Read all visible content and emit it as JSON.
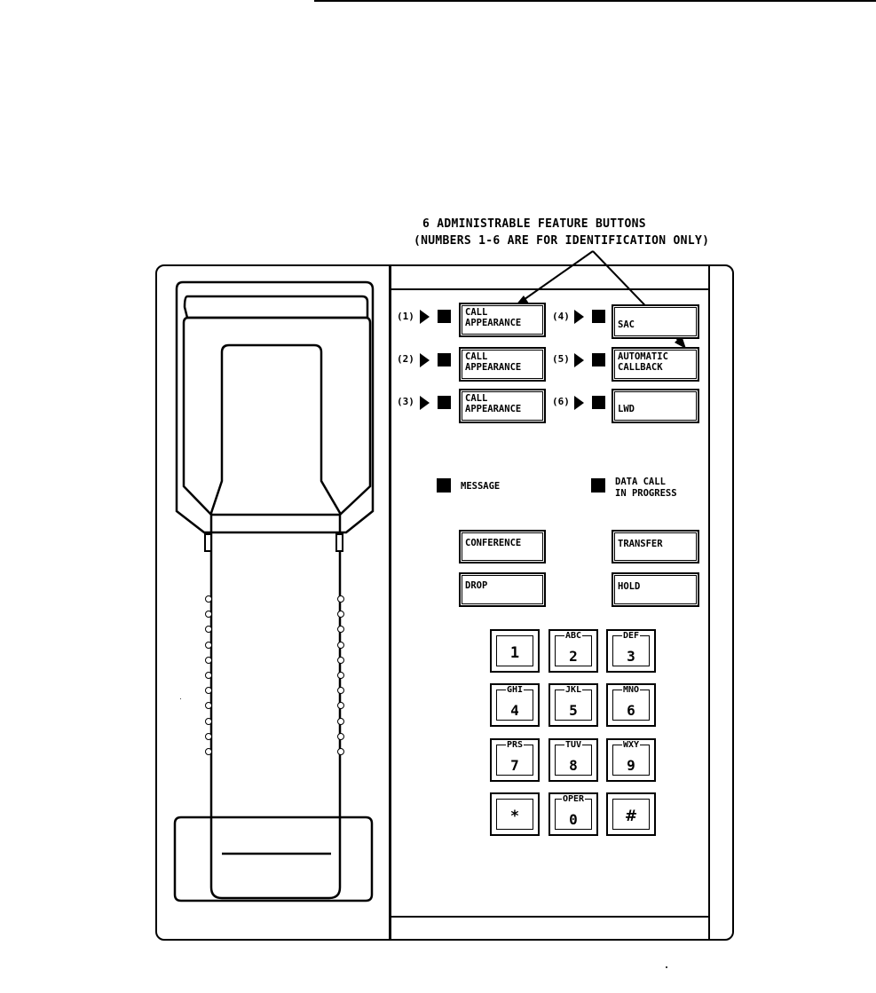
{
  "callout": {
    "line1": "6 ADMINISTRABLE FEATURE BUTTONS",
    "line2": "(NUMBERS 1-6 ARE FOR IDENTIFICATION ONLY)"
  },
  "feature_buttons": [
    {
      "id": "(1)",
      "label": "CALL\nAPPEARANCE"
    },
    {
      "id": "(2)",
      "label": "CALL\nAPPEARANCE"
    },
    {
      "id": "(3)",
      "label": "CALL\nAPPEARANCE"
    },
    {
      "id": "(4)",
      "label": "\nSAC"
    },
    {
      "id": "(5)",
      "label": "AUTOMATIC\nCALLBACK"
    },
    {
      "id": "(6)",
      "label": "\nLWD"
    }
  ],
  "indicators": {
    "message": "MESSAGE",
    "data_call": "DATA CALL\nIN PROGRESS"
  },
  "function_buttons": {
    "conference": "CONFERENCE",
    "transfer": "TRANSFER",
    "drop": "DROP",
    "hold": "HOLD"
  },
  "keypad": [
    {
      "letters": "",
      "digit": "1"
    },
    {
      "letters": "ABC",
      "digit": "2"
    },
    {
      "letters": "DEF",
      "digit": "3"
    },
    {
      "letters": "GHI",
      "digit": "4"
    },
    {
      "letters": "JKL",
      "digit": "5"
    },
    {
      "letters": "MNO",
      "digit": "6"
    },
    {
      "letters": "PRS",
      "digit": "7"
    },
    {
      "letters": "TUV",
      "digit": "8"
    },
    {
      "letters": "WXY",
      "digit": "9"
    },
    {
      "letters": "",
      "digit": "*"
    },
    {
      "letters": "OPER",
      "digit": "0"
    },
    {
      "letters": "",
      "digit": "#"
    }
  ]
}
